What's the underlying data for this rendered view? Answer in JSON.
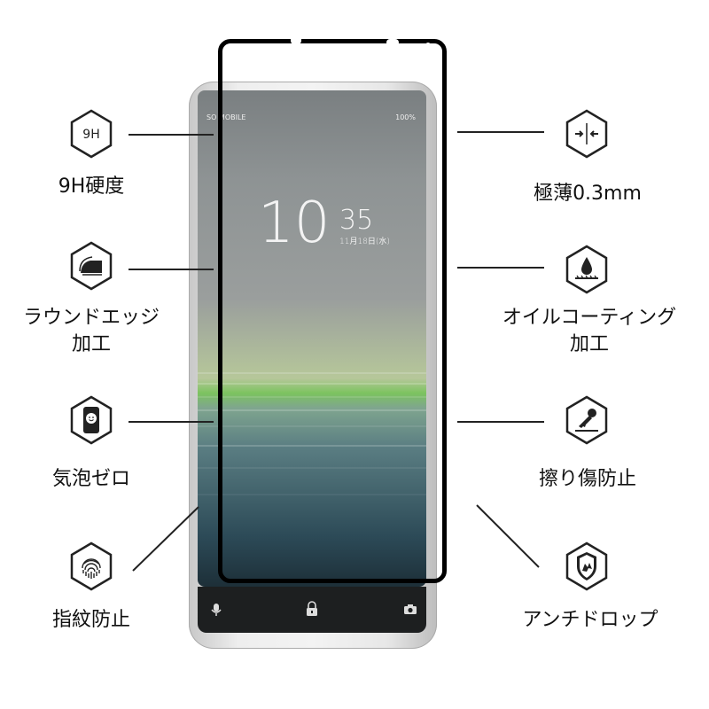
{
  "phone": {
    "status_left": "SO MOBILE",
    "status_right": "100%",
    "clock_hour": "10",
    "clock_minute": "35",
    "clock_date": "11月18日(水)"
  },
  "features_left": [
    {
      "icon": "9h-hardness-icon",
      "icon_text": "9H",
      "label": "9H硬度"
    },
    {
      "icon": "round-edge-icon",
      "label_line1": "ラウンドエッジ",
      "label_line2": "加工"
    },
    {
      "icon": "bubble-free-icon",
      "label": "気泡ゼロ"
    },
    {
      "icon": "fingerprint-icon",
      "label": "指紋防止"
    }
  ],
  "features_right": [
    {
      "icon": "thin-icon",
      "label": "極薄0.3mm"
    },
    {
      "icon": "oil-coating-icon",
      "label_line1": "オイルコーティング",
      "label_line2": "加工"
    },
    {
      "icon": "scratch-proof-icon",
      "label": "擦り傷防止"
    },
    {
      "icon": "anti-drop-icon",
      "label": "アンチドロップ"
    }
  ],
  "colors": {
    "line": "#222222",
    "frame": "#000000",
    "accent_green": "#7cc35f"
  }
}
